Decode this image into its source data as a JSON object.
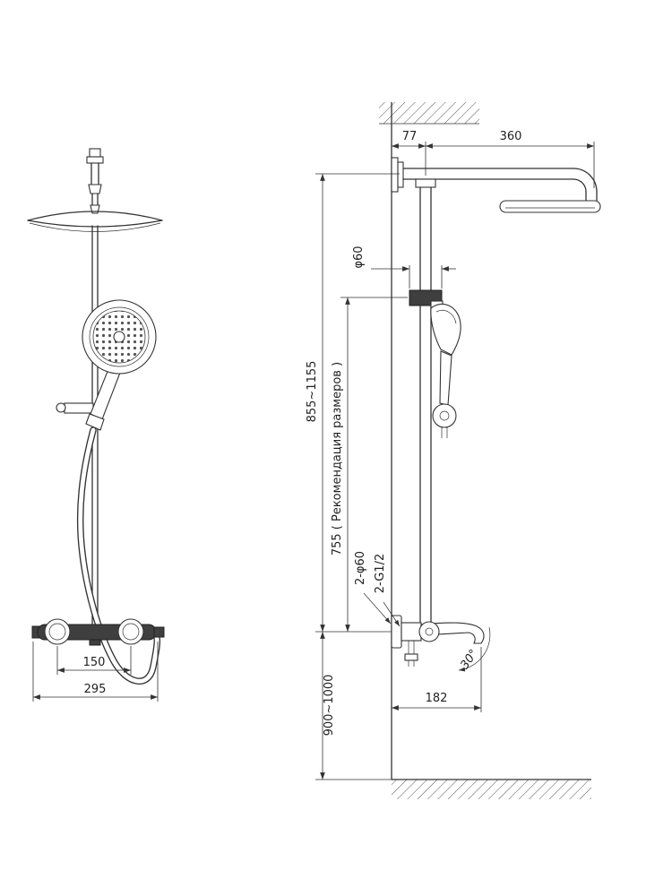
{
  "drawing": {
    "type": "technical-dimension-drawing",
    "subject": "shower-column-system",
    "views": {
      "left": "front-view",
      "right": "side-view-on-wall"
    }
  },
  "dims": {
    "arm_offset": "77",
    "arm_length": "360",
    "head_connection": "φ60",
    "overall_height": "855~1155",
    "recommended_height": "755 ( Рекомендация размеров )",
    "wall_connection_diameter": "2-φ60",
    "wall_connection_thread": "2-G1/2",
    "mixer_install_height": "900~1000",
    "spout_reach": "182",
    "spout_angle": "30°",
    "supply_spacing": "150",
    "mixer_width": "295"
  },
  "colors": {
    "line": "#333333",
    "dark_fill": "#3f3f3f",
    "background": "#ffffff"
  }
}
